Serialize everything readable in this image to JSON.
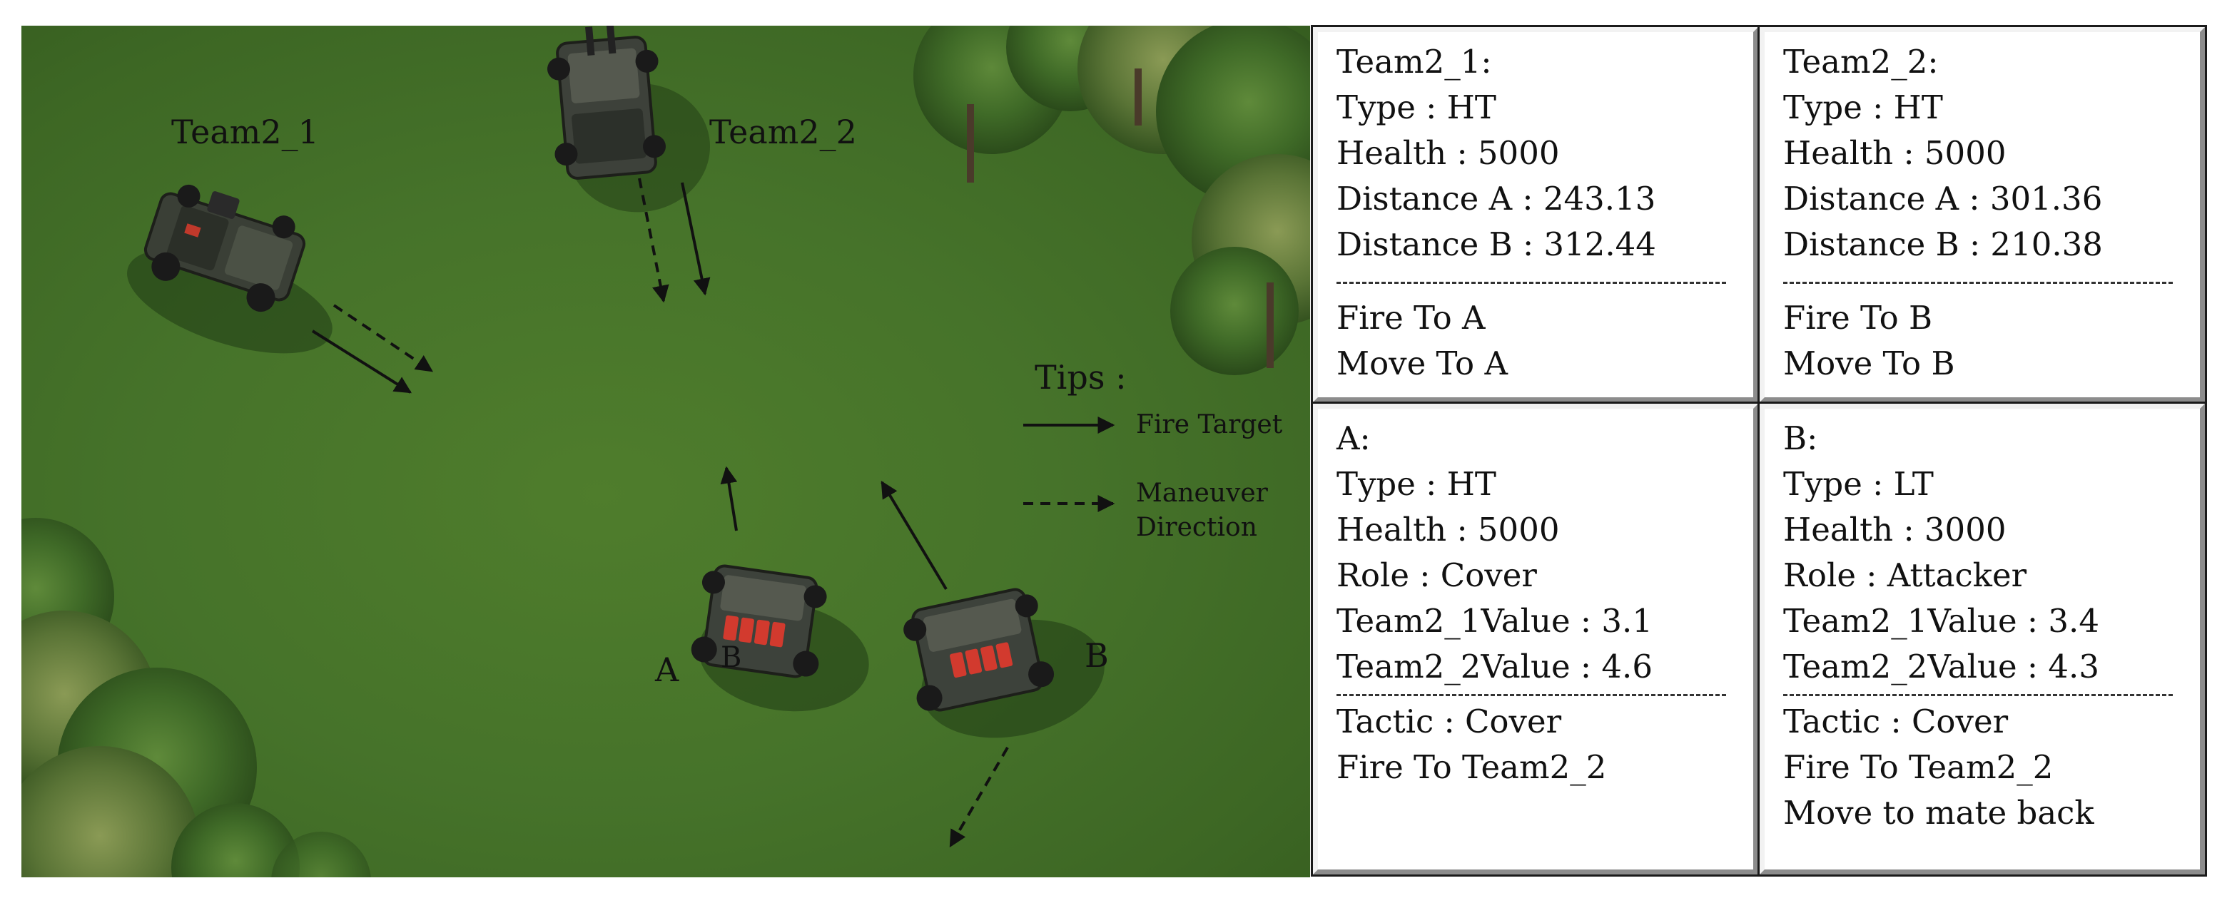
{
  "map": {
    "labels": {
      "team2_1": "Team2_1",
      "team2_2": "Team2_2",
      "unit_a": "A",
      "unit_b": "B",
      "unit_b_small": "B"
    },
    "tips": {
      "title": "Tips :",
      "fire_target": "Fire Target",
      "maneuver_line1": "Maneuver",
      "maneuver_line2": "Direction"
    },
    "colors": {
      "grass": "#46732a",
      "arrow": "#111111"
    }
  },
  "panels": {
    "team2_1": {
      "header": "Team2_1:",
      "type": "Type : HT",
      "health": "Health : 5000",
      "distance_a": "Distance A : 243.13",
      "distance_b": "Distance B : 312.44",
      "action_1": "Fire To A",
      "action_2": "Move To  A"
    },
    "team2_2": {
      "header": "Team2_2:",
      "type": "Type : HT",
      "health": "Health : 5000",
      "distance_a": "Distance A : 301.36",
      "distance_b": "Distance B : 210.38",
      "action_1": "Fire To B",
      "action_2": "Move To  B"
    },
    "a": {
      "header": "A:",
      "type": "Type : HT",
      "health": "Health : 5000",
      "role": "Role : Cover",
      "team2_1_value": "Team2_1Value : 3.1",
      "team2_2_value": "Team2_2Value : 4.6",
      "tactic": "Tactic : Cover",
      "action_1": "Fire To Team2_2"
    },
    "b": {
      "header": "B:",
      "type": "Type : LT",
      "health": "Health : 3000",
      "role": "Role : Attacker",
      "team2_1_value": "Team2_1Value : 3.4",
      "team2_2_value": "Team2_2Value : 4.3",
      "tactic": "Tactic : Cover",
      "action_1": "Fire To Team2_2",
      "action_2": "Move to mate back"
    }
  }
}
